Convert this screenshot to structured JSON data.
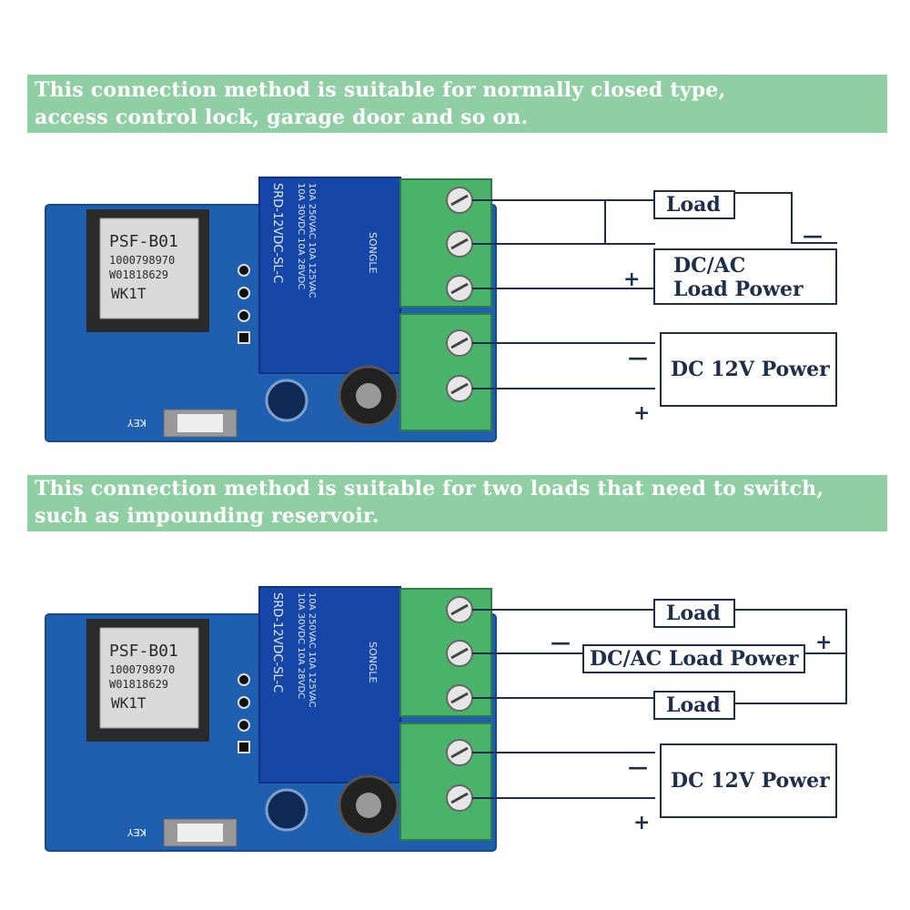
{
  "banners": [
    {
      "line1": "This connection method is suitable for normally closed type,",
      "line2": " access control lock, garage door and so on."
    },
    {
      "line1": "This connection method is suitable for two loads that need to switch,",
      "line2": "such as impounding reservoir."
    }
  ],
  "board": {
    "module_model": "PSF-B01",
    "module_id1": "1000798970",
    "module_id2": "W01818629",
    "module_code": "WK1T",
    "key_label": "KEY",
    "relay_model": "SRD-12VDC-SL-C",
    "relay_rating1": "10A 250VAC  10A 125VAC",
    "relay_rating2": "10A 30VDC  10A 28VDC",
    "relay_brand": "SONGLE"
  },
  "diagram1": {
    "load": "Load",
    "load_power_line1": "DC/AC",
    "load_power_line2": "Load Power",
    "dc_power": "DC 12V Power",
    "minus_load": "—",
    "plus_load": "+",
    "minus_dc": "—",
    "plus_dc": "+"
  },
  "diagram2": {
    "load_top": "Load",
    "load_power": "DC/AC Load Power",
    "load_bottom": "Load",
    "dc_power": "DC 12V Power",
    "minus_load": "—",
    "plus_load": "+",
    "minus_dc": "—",
    "plus_dc": "+"
  },
  "colors": {
    "banner": "#8fcfa3",
    "pcb": "#1f5fb0",
    "terminal": "#49b36a",
    "wire": "#1d2f4a"
  }
}
